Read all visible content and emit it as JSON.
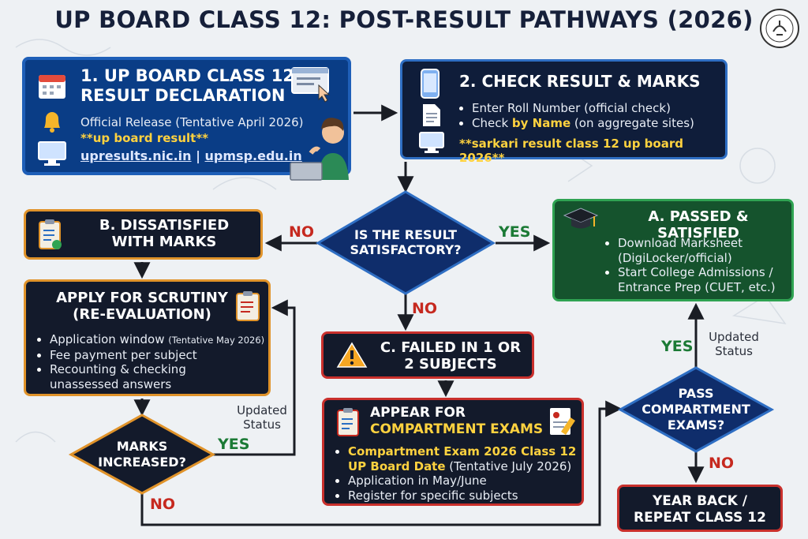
{
  "title": "UP BOARD CLASS 12: POST-RESULT PATHWAYS (2026)",
  "step1": {
    "title_line1": "1. UP BOARD CLASS 12",
    "title_line2": "RESULT DECLARATION",
    "release": "Official Release (Tentative April 2026)",
    "keyword": "**up board result**",
    "site1": "upresults.nic.in",
    "separator": " | ",
    "site2": "upmsp.edu.in"
  },
  "step2": {
    "title": "2. CHECK RESULT & MARKS",
    "item1": "Enter Roll Number (official check)",
    "item2_prefix": "Check ",
    "item2_bold": "by Name",
    "item2_suffix": " (on aggregate sites)",
    "keyword": "**sarkari result class 12 up board 2026**"
  },
  "decision_main": {
    "line1": "IS THE RESULT",
    "line2": "SATISFACTORY?"
  },
  "labels": {
    "no_left": "NO",
    "yes_right": "YES",
    "no_down": "NO",
    "yes_marks": "YES",
    "no_marks": "NO",
    "yes_pass": "YES",
    "no_pass": "NO",
    "updated_left_1": "Updated",
    "updated_left_2": "Status",
    "updated_right_1": "Updated",
    "updated_right_2": "Status"
  },
  "box_b": {
    "line1": "B. DISSATISFIED",
    "line2": "WITH MARKS"
  },
  "scrutiny": {
    "line1": "APPLY FOR SCRUTINY",
    "line2": "(RE-EVALUATION)",
    "item1_main": "Application window ",
    "item1_small": "(Tentative May 2026)",
    "item2": "Fee payment per subject",
    "item3_line1": "Recounting & checking",
    "item3_line2": "unassessed answers"
  },
  "marks_decision": {
    "line1": "MARKS",
    "line2": "INCREASED?"
  },
  "box_a": {
    "title": "A. PASSED & SATISFIED",
    "item1_line1": "Download Marksheet",
    "item1_line2": "(DigiLocker/official)",
    "item2_line1": "Start College Admissions /",
    "item2_line2": "Entrance Prep (CUET, etc.)"
  },
  "box_c": {
    "line1": "C. FAILED IN 1 OR",
    "line2": "2 SUBJECTS"
  },
  "compartment": {
    "line1": "APPEAR FOR",
    "line2": "COMPARTMENT EXAMS",
    "item1_bold1": "Compartment Exam 2026 Class 12",
    "item1_bold2": "UP Board Date",
    "item1_rest": " (Tentative July 2026)",
    "item2": "Application in May/June",
    "item3": "Register for specific subjects"
  },
  "pass_decision": {
    "line1": "PASS",
    "line2": "COMPARTMENT",
    "line3": "EXAMS?"
  },
  "year_back": {
    "line1": "YEAR BACK /",
    "line2": "REPEAT CLASS 12"
  },
  "colors": {
    "navy": "#0f1d3a",
    "blue_box": "#0a3d86",
    "green_box": "#15532d",
    "yellow_text": "#ffd23f",
    "yes_green": "#1b7a35",
    "no_red": "#c6291f"
  },
  "icons": [
    "calendar-icon",
    "bell-icon",
    "monitor-icon",
    "browser-click-icon",
    "student-laptop-icon",
    "phone-icon",
    "document-icon",
    "clipboard-check-icon",
    "clipboard-list-icon",
    "graduation-cap-icon",
    "warning-icon",
    "exam-sheet-icon",
    "emblem-seal-icon"
  ]
}
